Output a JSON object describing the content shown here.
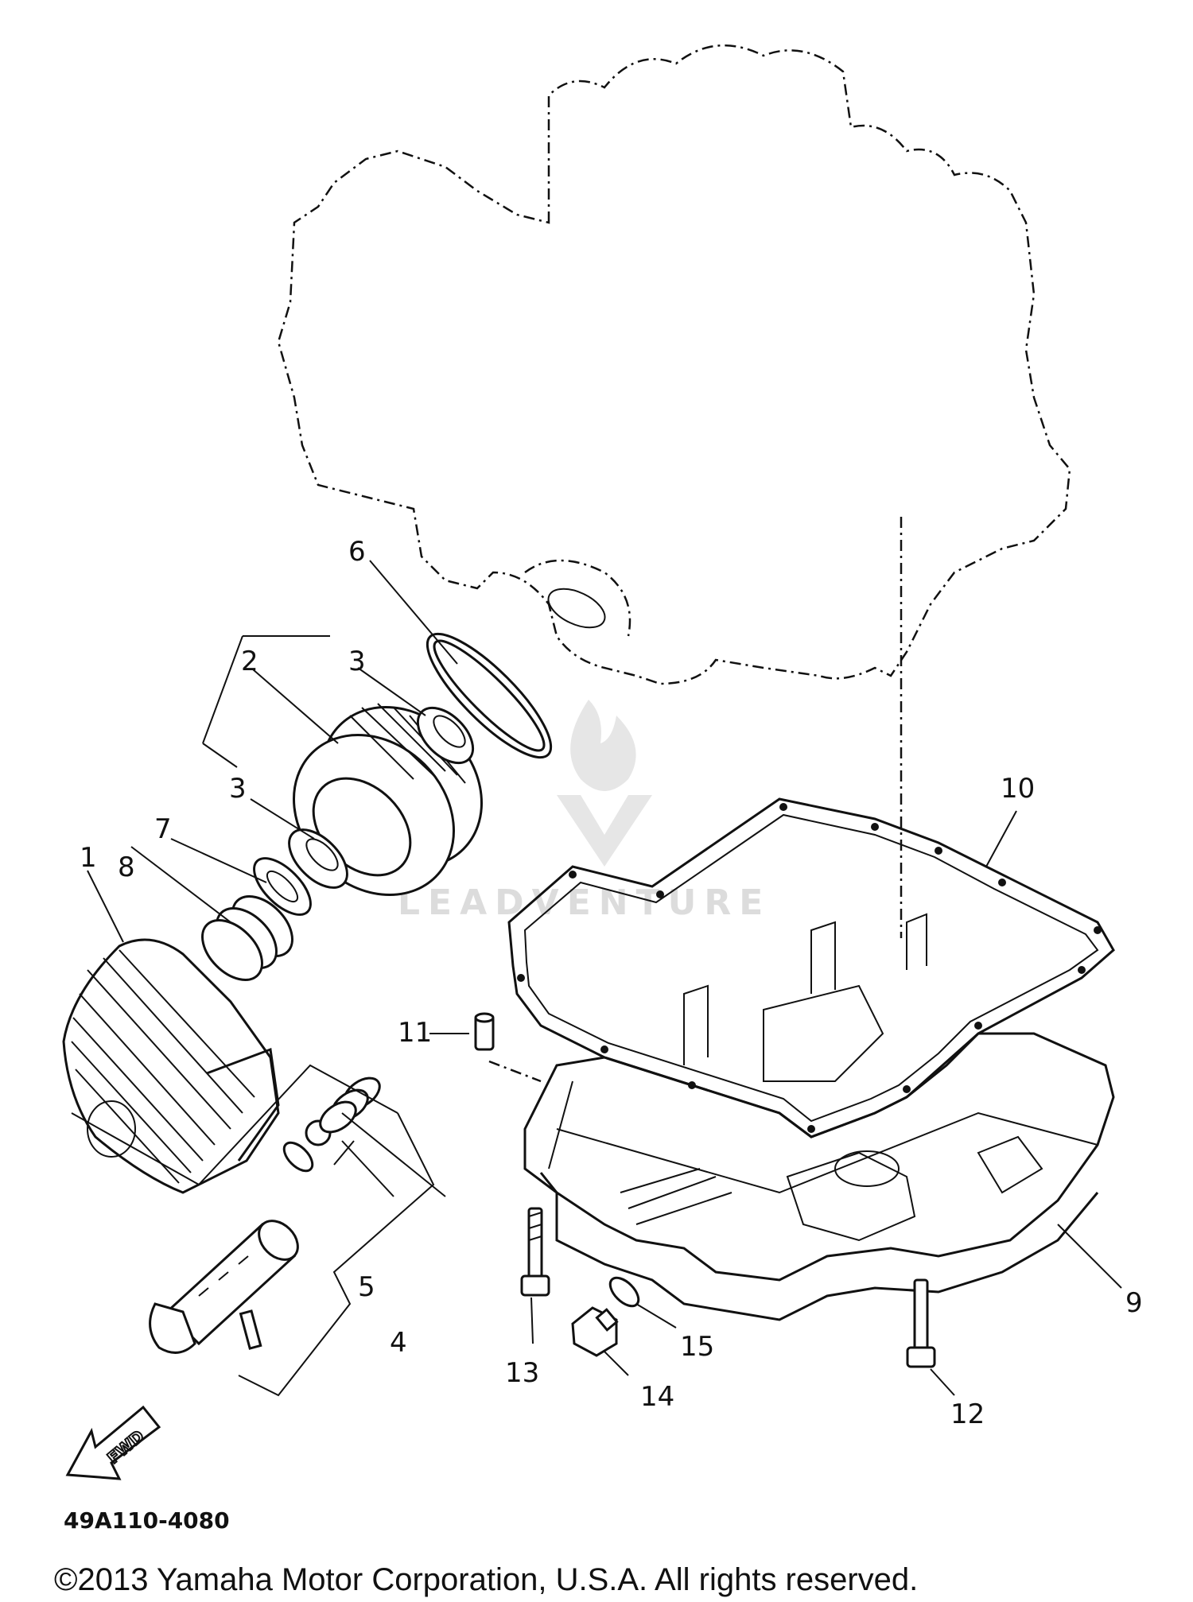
{
  "diagram": {
    "part_code": "49A110-4080",
    "copyright": "©2013 Yamaha Motor Corporation, U.S.A. All rights reserved.",
    "watermark": "LEADVENTURE",
    "fwd_label": "FWD",
    "callouts": {
      "c1": "1",
      "c2": "2",
      "c3a": "3",
      "c3b": "3",
      "c4": "4",
      "c5": "5",
      "c6": "6",
      "c7": "7",
      "c8": "8",
      "c9": "9",
      "c10": "10",
      "c11": "11",
      "c12": "12",
      "c13": "13",
      "c14": "14",
      "c15": "15"
    }
  }
}
